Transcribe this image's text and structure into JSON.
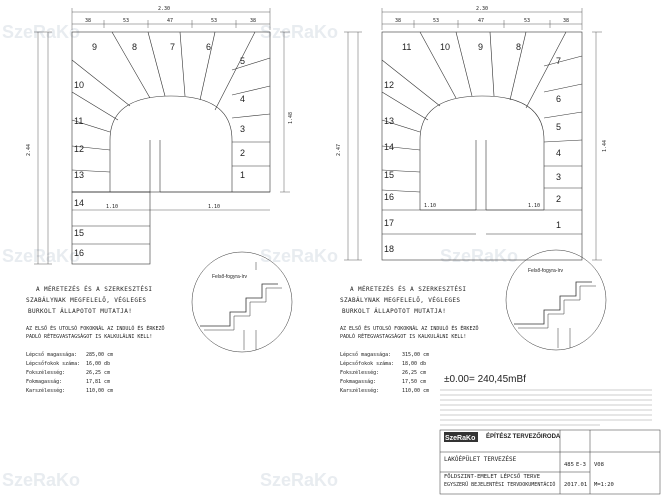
{
  "left_plan": {
    "overall_width": "2.30",
    "segments_top": [
      "38",
      "53",
      "47",
      "53",
      "38"
    ],
    "vertical_dim": "2.44",
    "right_inner_dim": "1.48",
    "bottom_dims": [
      "1.10",
      "1.10"
    ],
    "step_numbers": [
      "1",
      "2",
      "3",
      "4",
      "5",
      "6",
      "7",
      "8",
      "9",
      "10",
      "11",
      "12",
      "13",
      "14",
      "15",
      "16"
    ]
  },
  "right_plan": {
    "overall_width": "2.30",
    "segments_top": [
      "38",
      "53",
      "47",
      "53",
      "38"
    ],
    "vertical_dim": "2.47",
    "right_outer_dim": "1.44",
    "bottom_dims": [
      "1.10",
      "1.10"
    ],
    "step_numbers": [
      "1",
      "2",
      "3",
      "4",
      "5",
      "6",
      "7",
      "8",
      "9",
      "10",
      "11",
      "12",
      "13",
      "14",
      "15",
      "16",
      "17",
      "18"
    ]
  },
  "notes": {
    "warning_lines": [
      "A MÉRETEZÉS ÉS A SZERKESZTÉSI",
      "SZABÁLYNAK MEGFELELŐ, VÉGLEGES",
      "BURKOLT ÁLLAPOTOT MUTATJA!"
    ],
    "tread_lines": [
      "AZ ELSŐ ÉS UTOLSÓ FOKOKNÁL AZ INDULÓ ÉS ÉRKEZŐ",
      "PADLÓ RÉTEGVASTAGSÁGOT IS KALKULÁLNI KELL!"
    ]
  },
  "detail_labels": {
    "left": "Felső-fogyra-írv",
    "right": "Felső-fogyra-írv"
  },
  "left_table": [
    {
      "label": "Lépcső magassága:",
      "value": "285,00 cm"
    },
    {
      "label": "Lépcsőfokok száma:",
      "value": "16,00 db"
    },
    {
      "label": "Fokszélesség:",
      "value": "26,25 cm"
    },
    {
      "label": "Fokmagasság:",
      "value": "17,81 cm"
    },
    {
      "label": "Karszélesség:",
      "value": "110,00 cm"
    }
  ],
  "right_table": [
    {
      "label": "Lépcső magassága:",
      "value": "315,00 cm"
    },
    {
      "label": "Lépcsőfokok száma:",
      "value": "18,00 db"
    },
    {
      "label": "Fokszélesség:",
      "value": "26,25 cm"
    },
    {
      "label": "Fokmagasság:",
      "value": "17,50 cm"
    },
    {
      "label": "Karszélesség:",
      "value": "110,00 cm"
    }
  ],
  "elevation": "±0.00= 240,45mBf",
  "title_block": {
    "brand": "SzeRaKo",
    "office": "ÉPÍTÉSZ TERVEZŐIRODA",
    "project": "LAKÓÉPÜLET TERVEZÉSE",
    "drawing_title": "FÖLDSZINT-EMELET LÉPCSŐ TERVE",
    "drawing_subtitle": "EGYSZERŰ BEJELENTÉSI TERVDOKUMENTÁCIÓ",
    "codes": [
      "485",
      "E-3",
      "V08"
    ],
    "date": "2017.01",
    "scale": "M=1:20"
  },
  "watermark": "SzeRaKo"
}
